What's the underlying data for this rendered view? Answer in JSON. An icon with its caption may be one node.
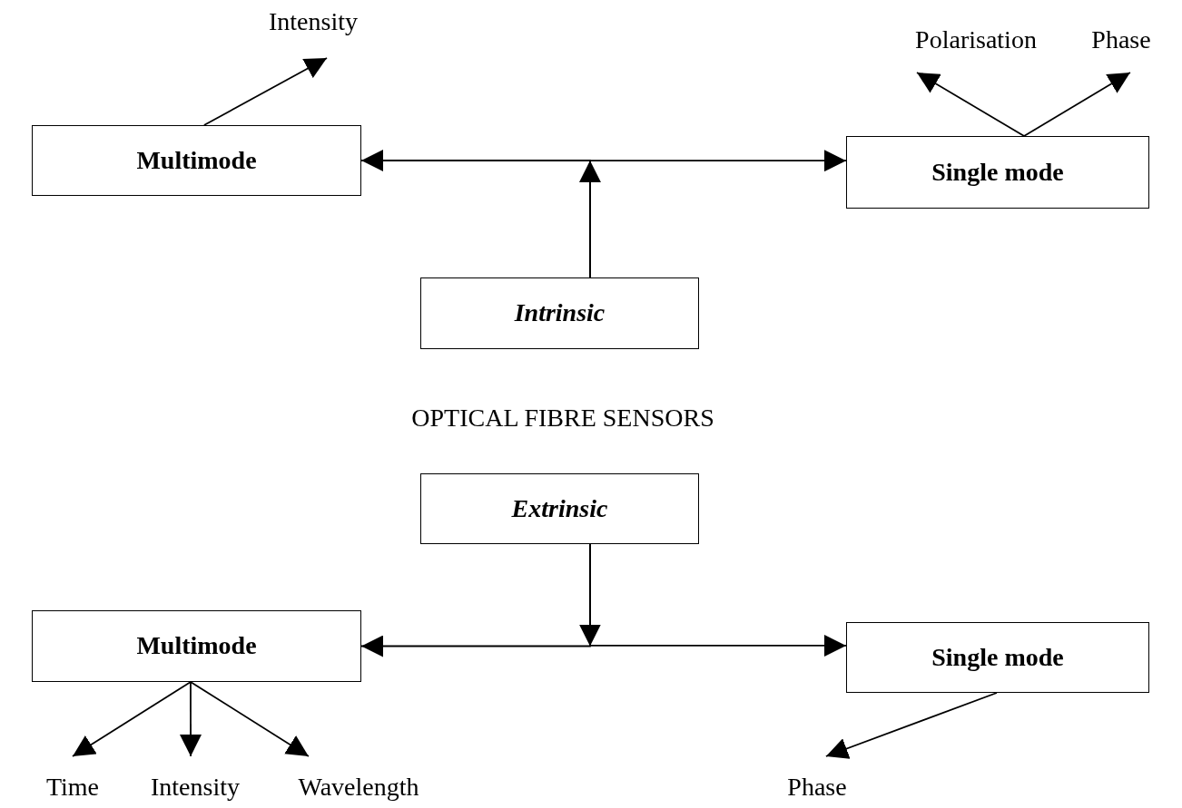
{
  "diagram": {
    "nodes": [
      {
        "text": [
          "Intensity"
        ]
      },
      {
        "text": [
          "Polarisation"
        ]
      },
      {
        "text": [
          "Phase"
        ]
      },
      {
        "text": [
          "Multimode"
        ]
      },
      {
        "text": [
          "Single mode"
        ]
      },
      {
        "text": [
          "Intrinsic"
        ]
      },
      {
        "text": [
          "Extrinsic"
        ]
      },
      {
        "text": [
          "Multimode"
        ]
      },
      {
        "text": [
          "Single mode"
        ]
      },
      {
        "text": [
          "Time"
        ]
      },
      {
        "text": [
          "Intensity"
        ]
      },
      {
        "text": [
          "Wavelength"
        ]
      },
      {
        "text": [
          "Phase"
        ]
      }
    ],
    "edges": [
      {
        "from": 3,
        "to": 0,
        "arrow": "to"
      },
      {
        "from": 4,
        "to": 1,
        "arrow": "to"
      },
      {
        "from": 4,
        "to": 2,
        "arrow": "to"
      },
      {
        "from": 5,
        "to": 3,
        "arrow": "to"
      },
      {
        "from": 5,
        "to": 4,
        "arrow": "to"
      },
      {
        "from": 6,
        "to": 7,
        "arrow": "to"
      },
      {
        "from": 6,
        "to": 8,
        "arrow": "to"
      },
      {
        "from": 7,
        "to": 9,
        "arrow": "to"
      },
      {
        "from": 7,
        "to": 10,
        "arrow": "to"
      },
      {
        "from": 7,
        "to": 11,
        "arrow": "to"
      },
      {
        "from": 8,
        "to": 12,
        "arrow": "to"
      }
    ],
    "labels": [
      "OPTICAL FIBRE SENSORS"
    ]
  }
}
